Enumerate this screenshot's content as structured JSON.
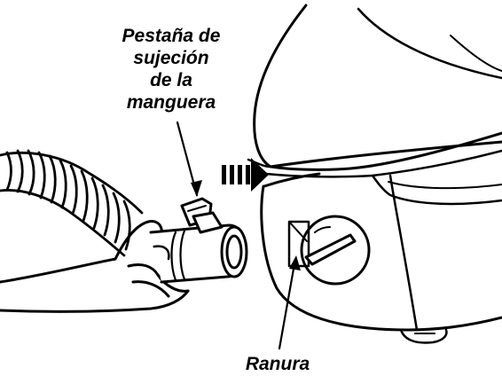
{
  "labels": {
    "hose_tab": [
      "Pestaña de",
      "sujeción",
      "de la",
      "manguera"
    ],
    "slot": "Ranura"
  },
  "colors": {
    "ink": "#000000",
    "paper": "#ffffff"
  }
}
